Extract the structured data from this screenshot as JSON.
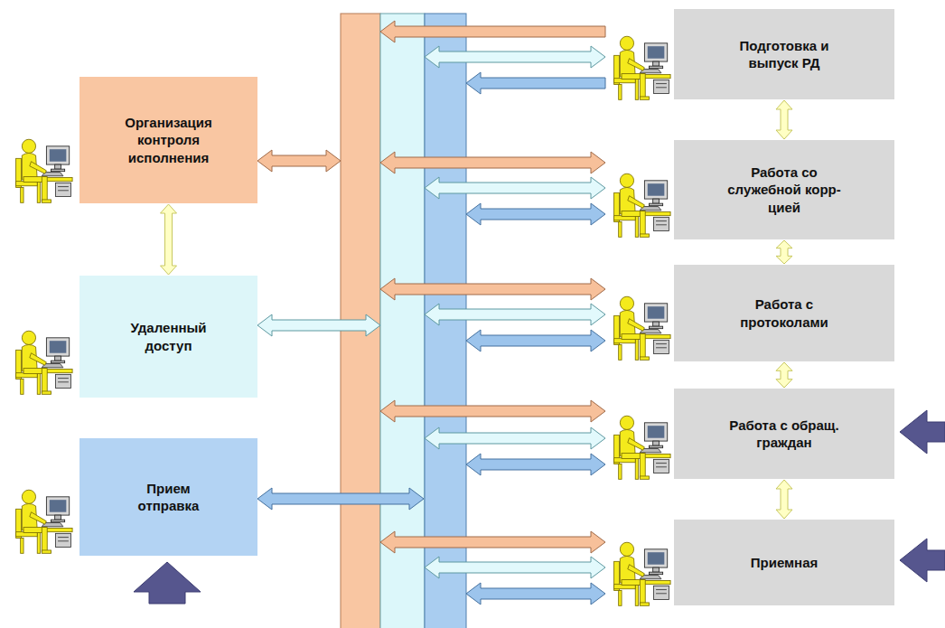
{
  "diagram": {
    "nodes": [
      {
        "text": [
          "Организация контроля исполнения"
        ]
      },
      {
        "text": [
          "Удаленный доступ"
        ]
      },
      {
        "text": [
          "Прием отправка"
        ]
      },
      {
        "text": [
          "Подготовка и выпуск РД"
        ]
      },
      {
        "text": [
          "Работа со служебной корр-цией"
        ]
      },
      {
        "text": [
          "Работа с протоколами"
        ]
      },
      {
        "text": [
          "Работа с обращ. граждан"
        ]
      },
      {
        "text": [
          "Приемная"
        ]
      }
    ],
    "edges": [
      {
        "from": 0,
        "to": 1,
        "arrow": "both"
      },
      {
        "from": 3,
        "to": 4,
        "arrow": "both"
      },
      {
        "from": 4,
        "to": 5,
        "arrow": "both"
      },
      {
        "from": 5,
        "to": 6,
        "arrow": "both"
      },
      {
        "from": 6,
        "to": 7,
        "arrow": "both"
      }
    ]
  }
}
